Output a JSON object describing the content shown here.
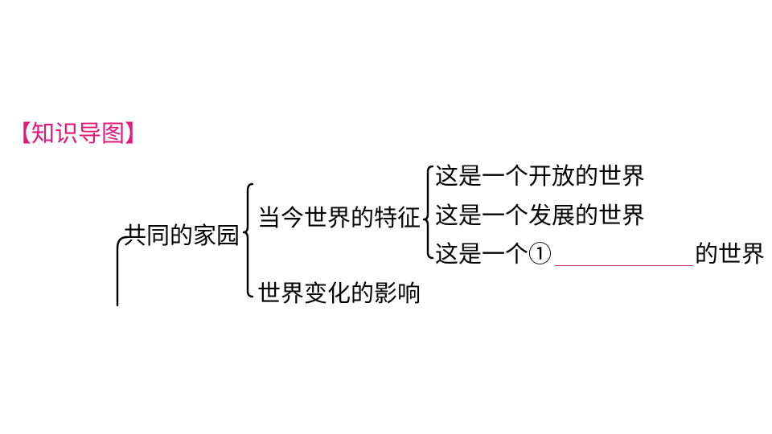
{
  "heading": "【知识导图】",
  "root": {
    "label": "共同的家园",
    "children": [
      {
        "label": "当今世界的特征",
        "children": [
          {
            "text": "这是一个开放的世界"
          },
          {
            "text": "这是一个发展的世界"
          },
          {
            "prefix": "这是一个",
            "marker": "①",
            "blank": "",
            "suffix": "的世界"
          }
        ]
      },
      {
        "label": "世界变化的影响"
      }
    ]
  },
  "colors": {
    "heading": "#e0197a",
    "blank_line": "#c2397f",
    "text": "#000000"
  }
}
